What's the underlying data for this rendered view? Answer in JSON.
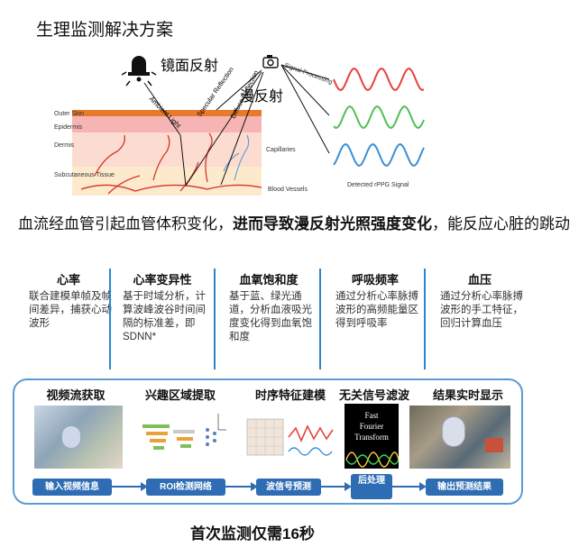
{
  "title": "生理监测解决方案",
  "diagram": {
    "label_specular_cn": "镜面反射",
    "label_diffuse_cn": "漫反射",
    "ambient_light": "Ambient Light",
    "specular_reflection": "Specular Reflection",
    "diffuse_reflection": "Diffuse Reflection",
    "signal_processing": "Signal Processing",
    "detected_signal": "Detected rPPG Signal",
    "layers": [
      "Outer Skin",
      "Epidermis",
      "Dermis",
      "Subcutaneous Tissue"
    ],
    "capillaries": "Capillaries",
    "blood_vessels": "Blood Vessels",
    "wave_colors": [
      "#e8413d",
      "#4fbf56",
      "#3a8fd6"
    ]
  },
  "explain": {
    "part1": "血流经血管引起血管体积变化，",
    "part2_bold": "进而导致漫反射光照强度变化",
    "part3": "，能反应心脏的跳动"
  },
  "metrics": [
    {
      "title": "心率",
      "desc": "联合建模单帧及帧间差异，捕获心动波形"
    },
    {
      "title": "心率变异性",
      "desc": "基于时域分析，计算波峰波谷时间间隔的标准差，即SDNN*"
    },
    {
      "title": "血氧饱和度",
      "desc": "基于蓝、绿光通道，分析血液吸光度变化得到血氧饱和度"
    },
    {
      "title": "呼吸频率",
      "desc": "通过分析心率脉搏波形的高频能量区得到呼吸率"
    },
    {
      "title": "血压",
      "desc": "通过分析心率脉搏波形的手工特征，回归计算血压"
    }
  ],
  "pipeline": {
    "stages": [
      "视频流获取",
      "兴趣区域提取",
      "时序特征建模",
      "无关信号滤波",
      "结果实时显示"
    ],
    "steps": [
      "输入视频信息",
      "ROI检测网络",
      "波信号预测",
      "后处理",
      "输出预测结果"
    ],
    "fft_text": [
      "Fast",
      "Fourier",
      "Transform"
    ]
  },
  "footer": "首次监测仅需16秒"
}
